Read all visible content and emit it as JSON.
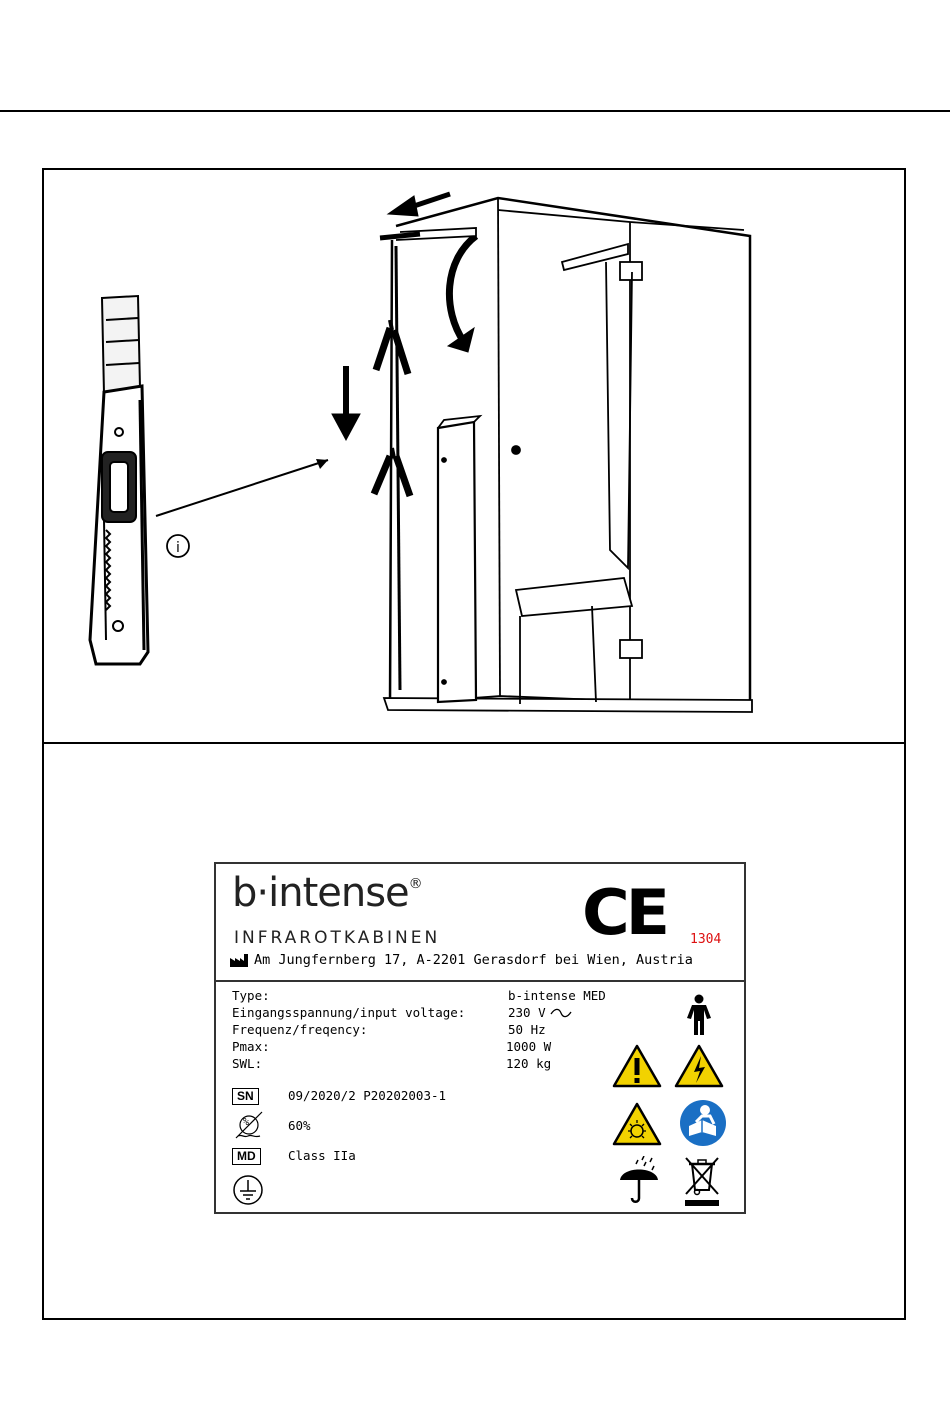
{
  "label": {
    "brand_name": "b·intense",
    "brand_reg": "®",
    "brand_sub": "INFRAROTKABINEN",
    "ce_mark": "CE",
    "notified_body": "1304",
    "address": "Am Jungfernberg 17, A-2201 Gerasdorf bei Wien, Austria",
    "rows": [
      {
        "key": "Type:",
        "value": "b-intense MED"
      },
      {
        "key": "Eingangsspannung/input voltage:",
        "value": "230 V"
      },
      {
        "key": "Frequenz/freqency:",
        "value": "50 Hz"
      },
      {
        "key": "Pmax:",
        "value": "1000 W"
      },
      {
        "key": "SWL:",
        "value": "120 kg"
      }
    ],
    "sn_tag": "SN",
    "serial": "09/2020/2 P20202003-1",
    "humidity_symbol": "%",
    "humidity": "60%",
    "md_tag": "MD",
    "device_class": "Class IIa"
  },
  "figure": {
    "info_marker": "i"
  },
  "icons": [
    "factory-icon",
    "person-icon",
    "warning-icon",
    "high-voltage-icon",
    "infrared-warning-icon",
    "read-manual-icon",
    "keep-dry-icon",
    "weee-bin-icon",
    "ground-icon",
    "humidity-icon",
    "utility-knife-icon",
    "cabin-icon",
    "arrow-icon"
  ],
  "colors": {
    "warning_yellow": "#f2d200",
    "manual_blue": "#1a6fc4",
    "notified_red": "#d11111"
  }
}
